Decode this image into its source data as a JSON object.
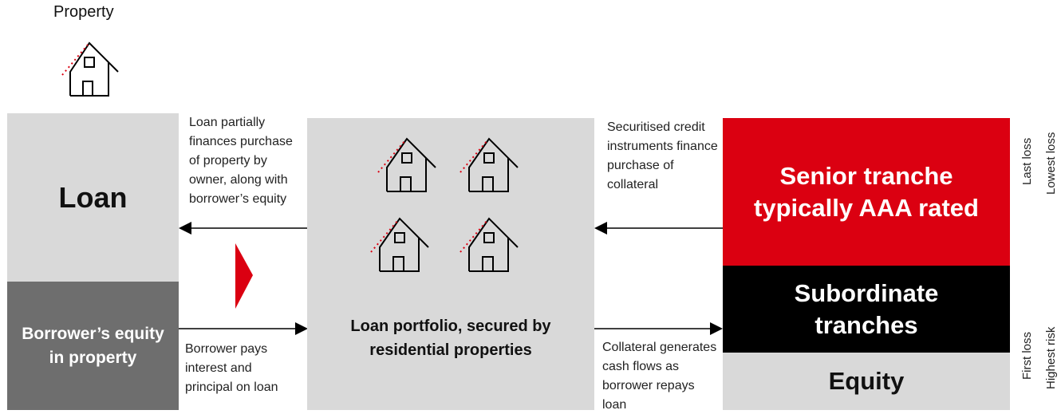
{
  "property_label": "Property",
  "loan": {
    "loan_label": "Loan",
    "equity_label": "Borrower’s equity in property"
  },
  "notes": {
    "loan_finance": "Loan partially finances purchase of property by owner, along with borrower’s equity",
    "borrower_pays": "Borrower pays interest and principal on loan",
    "securitised": "Securitised credit instruments finance purchase of collateral",
    "collateral": "Collateral generates cash flows as borrower repays loan"
  },
  "portfolio": {
    "label": "Loan portfolio, secured by residential properties"
  },
  "tranches": {
    "senior": "Senior tranche typically AAA rated",
    "subordinate": "Subordinate tranches",
    "equity": "Equity"
  },
  "risk_labels": {
    "last_loss": "Last loss",
    "lowest_loss": "Lowest loss",
    "first_loss": "First loss",
    "highest_risk": "Highest risk"
  },
  "colors": {
    "light_gray": "#d9d9d9",
    "dark_gray": "#6e6e6e",
    "red": "#db0011",
    "black": "#000000"
  },
  "icons": [
    "house-icon",
    "house-icon",
    "house-icon",
    "house-icon",
    "house-icon",
    "triangle-pointer-icon"
  ]
}
